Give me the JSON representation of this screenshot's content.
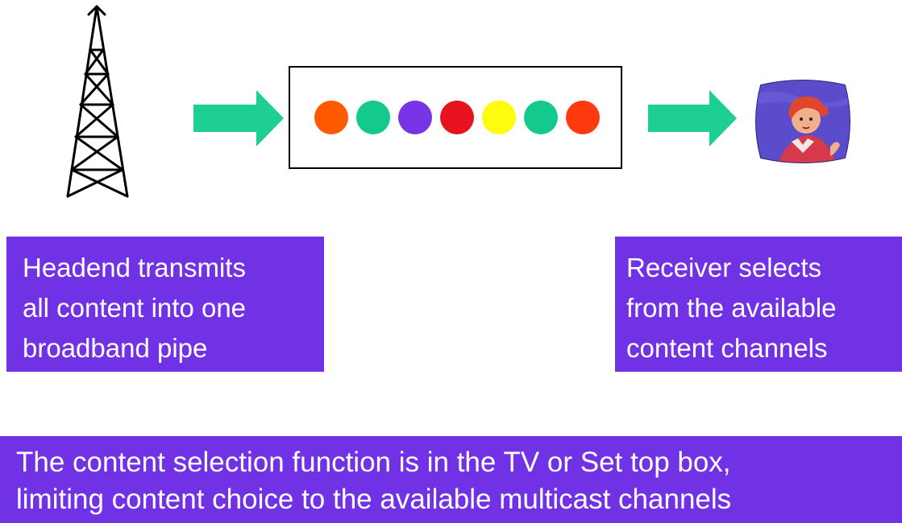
{
  "colors": {
    "label_bg": "#7132e6",
    "label_text": "#ffffff",
    "arrow": "#1dcf92"
  },
  "pipe": {
    "dots": [
      {
        "name": "dot-orange",
        "color": "#ff5a00"
      },
      {
        "name": "dot-green",
        "color": "#14c98e"
      },
      {
        "name": "dot-violet",
        "color": "#7933e6"
      },
      {
        "name": "dot-red",
        "color": "#e8121e"
      },
      {
        "name": "dot-yellow",
        "color": "#fffb0d"
      },
      {
        "name": "dot-green-2",
        "color": "#14c98e"
      },
      {
        "name": "dot-red-orange",
        "color": "#ff3a10"
      }
    ]
  },
  "icons": {
    "tower": "transmission-tower-icon",
    "arrow": "arrow-right-icon",
    "tv": "tv-screen-icon"
  },
  "headend": {
    "lines": [
      "Headend transmits",
      "all content into one",
      "broadband pipe"
    ]
  },
  "receiver": {
    "lines": [
      "Receiver selects",
      "from the available",
      "content channels"
    ]
  },
  "footer": {
    "lines": [
      "The content selection function is in the TV or Set top box,",
      "limiting content choice to the available multicast channels"
    ]
  }
}
